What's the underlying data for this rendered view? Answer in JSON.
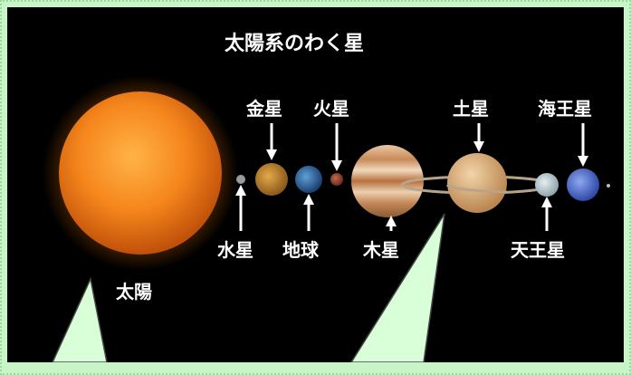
{
  "title": "太陽系のわく星",
  "labels": {
    "sun": "太陽",
    "mercury": "水星",
    "venus": "金星",
    "earth": "地球",
    "mars": "火星",
    "jupiter": "木星",
    "saturn": "土星",
    "uranus": "天王星",
    "neptune": "海王星"
  },
  "colors": {
    "background": "#c8f5c8",
    "panel": "#000000",
    "text": "#ffffff",
    "sun": "#f08a1c"
  }
}
